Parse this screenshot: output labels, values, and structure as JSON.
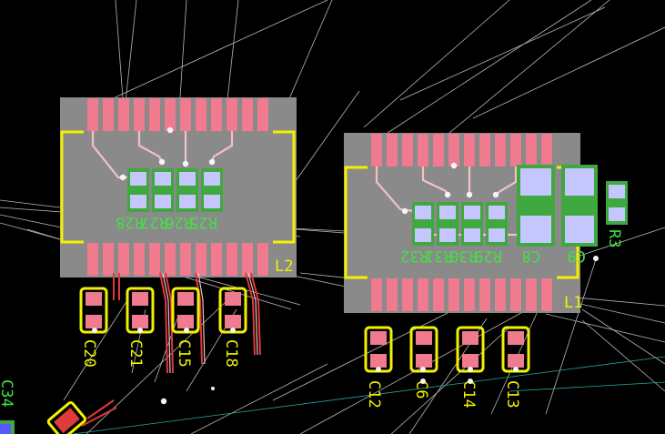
{
  "editor": {
    "view": "PCB layout"
  },
  "components": {
    "L2": "L2",
    "L1": "L1",
    "C20": "C20",
    "C21": "C21",
    "C15": "C15",
    "C18": "C18",
    "C12": "C12",
    "C6": "C6",
    "C14": "C14",
    "C13": "C13",
    "R28": "R28",
    "R27": "R27",
    "R26": "R26",
    "R25": "R25",
    "R32": "R32",
    "R31": "R31",
    "R30": "R30",
    "R29": "R29",
    "C8": "C8",
    "C9": "C9",
    "R3": "R3",
    "C34": "C34"
  },
  "colors": {
    "background": "#000000",
    "body": "#8a8a8a",
    "pad": "#f07a8e",
    "silkscreen": "#f2f200",
    "designator": "#44e044",
    "ratsnest": "#d0d0d0",
    "ratsnest_alt": "#30a0a0",
    "trace": "#e03a3a",
    "via_pad": "#c9c9ff"
  }
}
